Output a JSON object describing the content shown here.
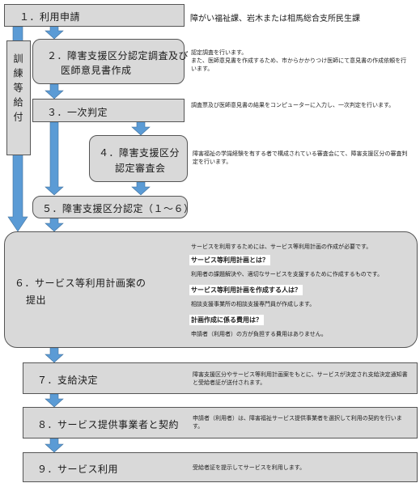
{
  "header": {
    "step1_label": "１．利用申請",
    "contact": "障がい福祉課、岩木または相馬総合支所民生課"
  },
  "side": {
    "label": "訓練等給付"
  },
  "steps": [
    {
      "label_lines": [
        "２．障害支援区分認定調査及び",
        "医師意見書作成"
      ],
      "desc": "認定調査を行います。\nまた、医師意見書を作成するため、市からかかりつけ医師にて意見書の作成依頼を行います。"
    },
    {
      "label": "３．一次判定",
      "desc": "調査票及び医師意見書の結果をコンピューターに入力し、一次判定を行います。"
    },
    {
      "label_lines": [
        "４．障害支援区分",
        "認定審査会"
      ],
      "desc": "障害福祉の学識経験を有する者で構成されている審査会にて、障害支援区分の審査判定を行います。"
    },
    {
      "label": "５．障害支援区分認定（１～６）"
    },
    {
      "label_lines": [
        "６．サービス等利用計画案の",
        "提出"
      ],
      "intro": "サービスを利用するためには、サービス等利用計画の作成が必要です。",
      "qa": [
        {
          "q": "サービス等利用計画とは？",
          "a": "利用者の課題解決や、適切なサービスを支援するために作成するものです。"
        },
        {
          "q": "サービス等利用計画を作成する人は？",
          "a": "相談支援事業所の相談支援専門員が作成します。"
        },
        {
          "q": "計画作成に係る費用は？",
          "a": "申請者（利用者）の方が負担する費用はありません。"
        }
      ]
    },
    {
      "label": "７．支給決定",
      "desc": "障害支援区分やサービス等利用計画案をもとに、サービスが決定され支給決定通知書と受給者証が送付されます。"
    },
    {
      "label": "８．サービス提供事業者と契約",
      "desc": "申請者（利用者）は、障害福祉サービス提供事業者を選択して利用の契約を行います。"
    },
    {
      "label": "９．サービス利用",
      "desc": "受給者証を提示してサービスを利用します。"
    }
  ],
  "colors": {
    "box_fill": "#d9d9d9",
    "arrow_fill": "#5b9bd5",
    "border": "#555555"
  }
}
